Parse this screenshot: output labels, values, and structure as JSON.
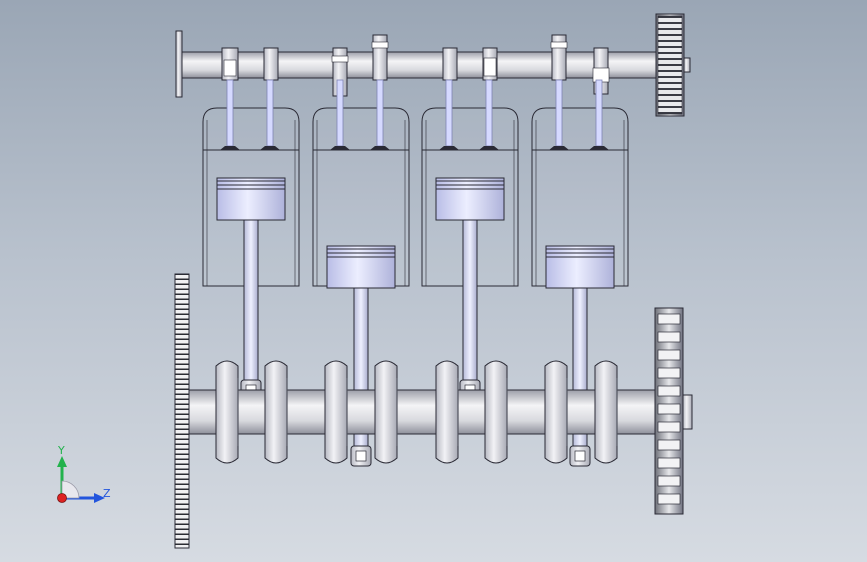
{
  "viewport": {
    "engine": {
      "cylinders": [
        {
          "piston_position": "top"
        },
        {
          "piston_position": "bottom"
        },
        {
          "piston_position": "top"
        },
        {
          "piston_position": "bottom"
        }
      ]
    }
  },
  "triad": {
    "y_label": "Y",
    "z_label": "Z",
    "colors": {
      "y": "#22b24c",
      "z": "#2255dd",
      "origin": "#dd2222"
    }
  },
  "colors": {
    "metal_light": "#f0f0f3",
    "metal_mid": "#c8cad6",
    "metal_dark": "#8a8c99",
    "outline": "#2a2a35",
    "piston_blue": "#c9cdf0",
    "valve_blue": "#d5d9ff"
  }
}
